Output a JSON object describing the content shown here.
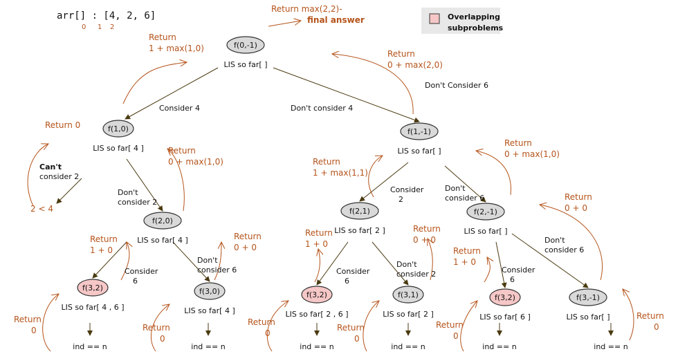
{
  "colors": {
    "return": "#b5531a",
    "node_default": "#d9d9d9",
    "node_overlap": "#f6c7c7",
    "edge": "#4a3a10",
    "legend_bg": "#e8e8e8",
    "legend_swatch": "#f6c7c7"
  },
  "array": {
    "label": "arr[] : [4,  2,  6]",
    "indices": [
      "0",
      "1",
      "2"
    ]
  },
  "final": {
    "line1": "Return  max(2,2)-",
    "line2": "final answer"
  },
  "legend": {
    "lines": [
      "Overlapping",
      "subproblems"
    ]
  },
  "nodes": [
    {
      "id": "n0",
      "label": "f(0,-1)",
      "lis": "LIS so far[ ]",
      "overlap": false
    },
    {
      "id": "n1",
      "label": "f(1,0)",
      "lis": "LIS so far[  4  ]",
      "overlap": false
    },
    {
      "id": "n2",
      "label": "f(1,-1)",
      "lis": "LIS so far[ ]",
      "overlap": false
    },
    {
      "id": "n3",
      "label": "f(2,0)",
      "lis": "LIS so far[  4  ]",
      "overlap": false
    },
    {
      "id": "n4",
      "label": "f(3,2)",
      "lis": "LIS so far[ 4 , 6  ]",
      "overlap": true
    },
    {
      "id": "n5",
      "label": "f(3,0)",
      "lis": "LIS so far[  4  ]",
      "overlap": false
    },
    {
      "id": "n6",
      "label": "f(2,1)",
      "lis": "LIS so far[  2  ]",
      "overlap": false
    },
    {
      "id": "n7",
      "label": "f(3,2)",
      "lis": "LIS so far[  2 , 6  ]",
      "overlap": true
    },
    {
      "id": "n8",
      "label": "f(3,1)",
      "lis": "LIS so far[  2  ]",
      "overlap": false
    },
    {
      "id": "n9",
      "label": "f(2,-1)",
      "lis": "LIS so far[ ]",
      "overlap": false
    },
    {
      "id": "n10",
      "label": "f(3,2)",
      "lis": "LIS so far[  6  ]",
      "overlap": true
    },
    {
      "id": "n11",
      "label": "f(3,-1)",
      "lis": "LIS so far[  ]",
      "overlap": false
    }
  ],
  "edge_labels": [
    [
      "Consider 4"
    ],
    [
      "Don't consider 4"
    ],
    [
      "Don't Consider 6"
    ],
    [
      "Can't",
      "consider 2"
    ],
    [
      "Don't",
      "consider 2"
    ],
    [
      "Consider",
      "6"
    ],
    [
      "Don't",
      "consider 6"
    ],
    [
      "Consider",
      "2"
    ],
    [
      "Don't",
      "consider 2"
    ],
    [
      "Consider",
      "6"
    ],
    [
      "Don't",
      "consider 6"
    ],
    [
      "Consider",
      "6"
    ],
    [
      "Don't",
      "consider 6"
    ]
  ],
  "returns": [
    [
      "Return",
      "1 + max(1,0)"
    ],
    [
      "Return",
      "0 + max(2,0)"
    ],
    [
      "Return 0"
    ],
    [
      "Return",
      "0 + max(1,0)"
    ],
    [
      "Return",
      "1 + max(1,1)"
    ],
    [
      "Return",
      "0 + max(1,0)"
    ],
    [
      "Return",
      "0 + 0"
    ],
    [
      "Return",
      "1 + 0"
    ],
    [
      "Return",
      "0 + 0"
    ],
    [
      "Return",
      "1 + 0"
    ],
    [
      "Return",
      "0 + 0"
    ],
    [
      "Return",
      "1 + 0"
    ],
    [
      "Return",
      "0"
    ],
    [
      "Return",
      "0"
    ],
    [
      "Return",
      "0"
    ],
    [
      "Return",
      "0"
    ],
    [
      "Return",
      "0"
    ],
    [
      "Return",
      "0"
    ]
  ],
  "base_case": "ind == n",
  "compare": "2 < 4"
}
